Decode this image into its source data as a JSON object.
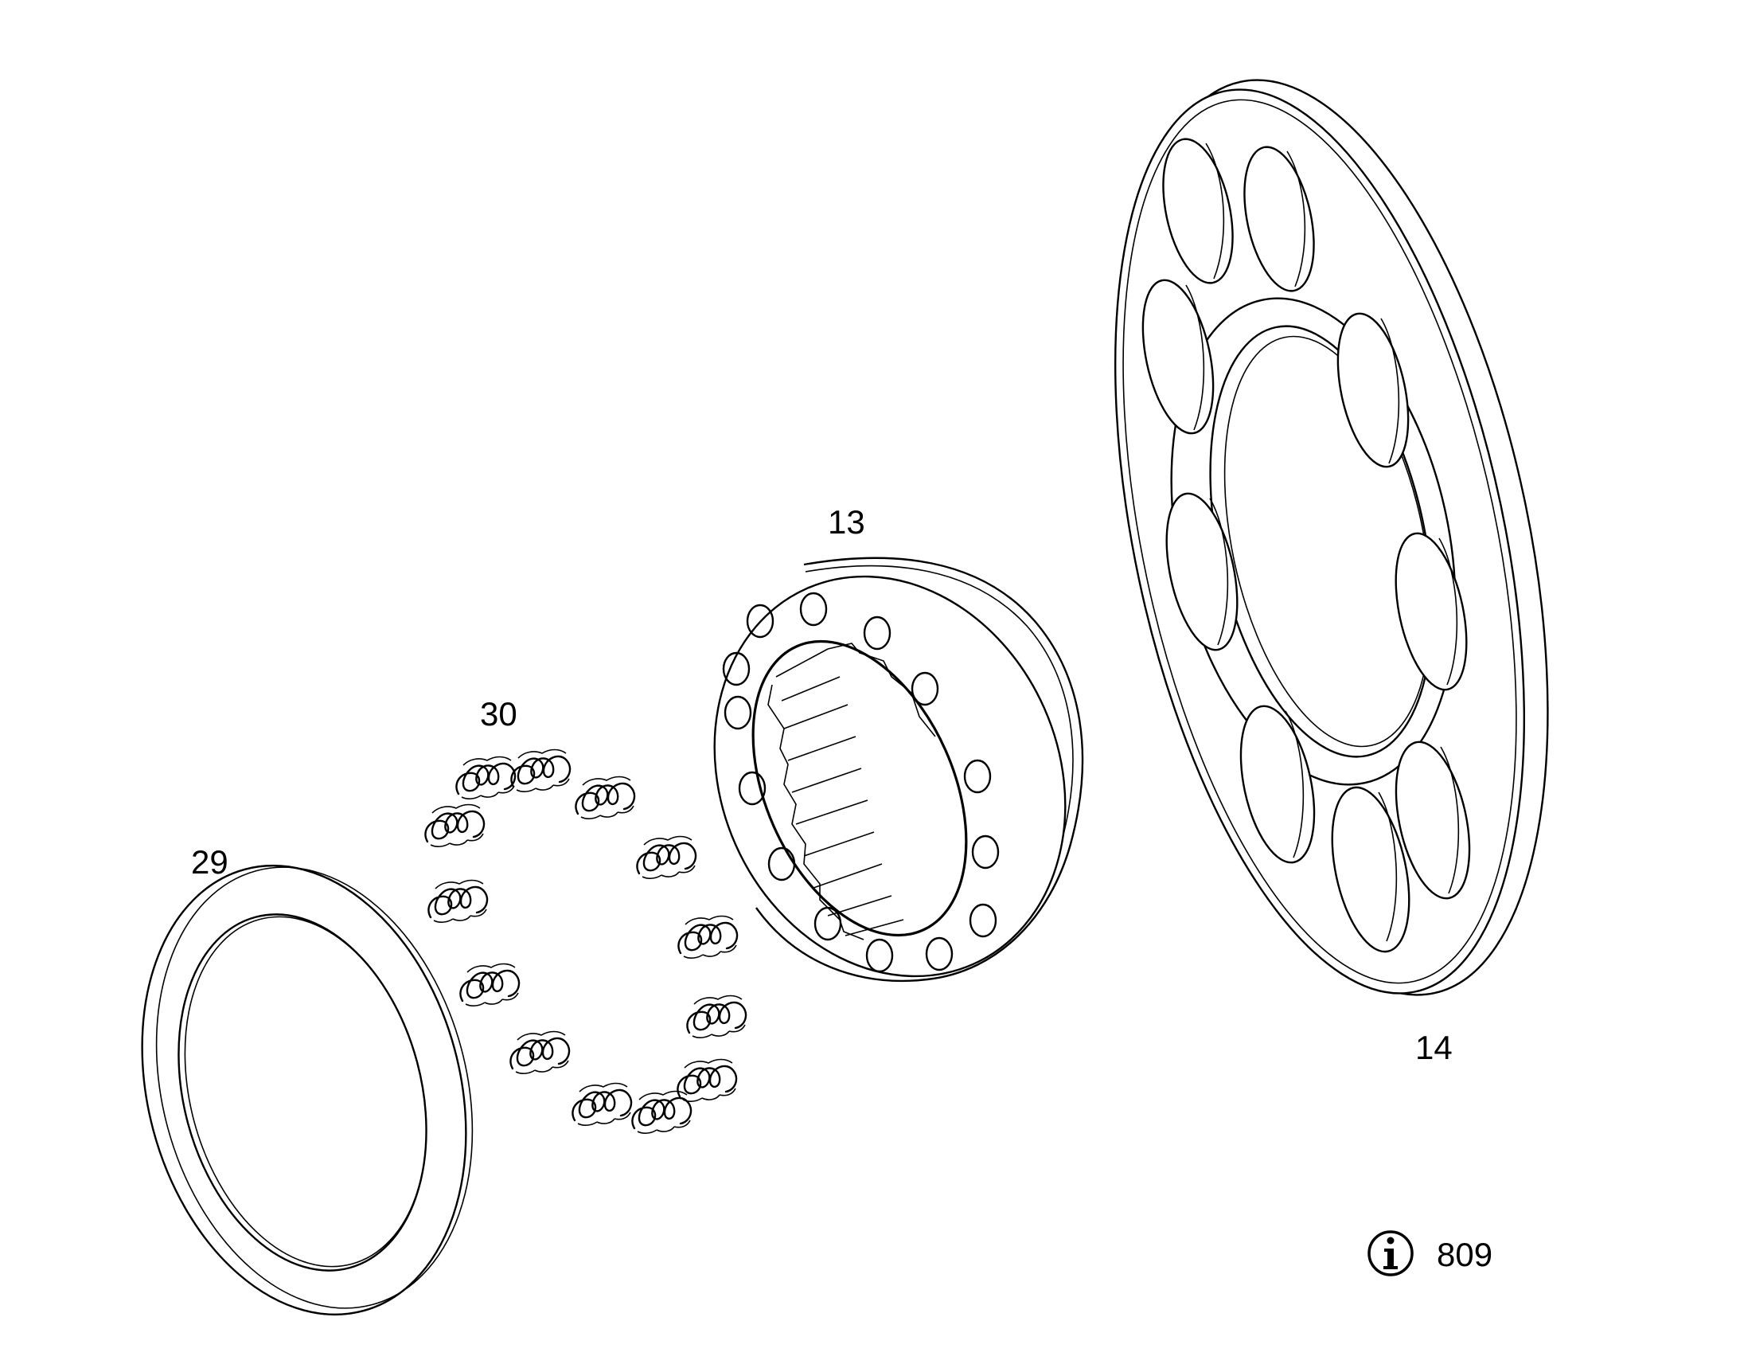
{
  "labels": {
    "part_29": "29",
    "part_30": "30",
    "part_13": "13",
    "part_14": "14",
    "info_number": "809"
  },
  "icons": {
    "info": "info-icon"
  }
}
